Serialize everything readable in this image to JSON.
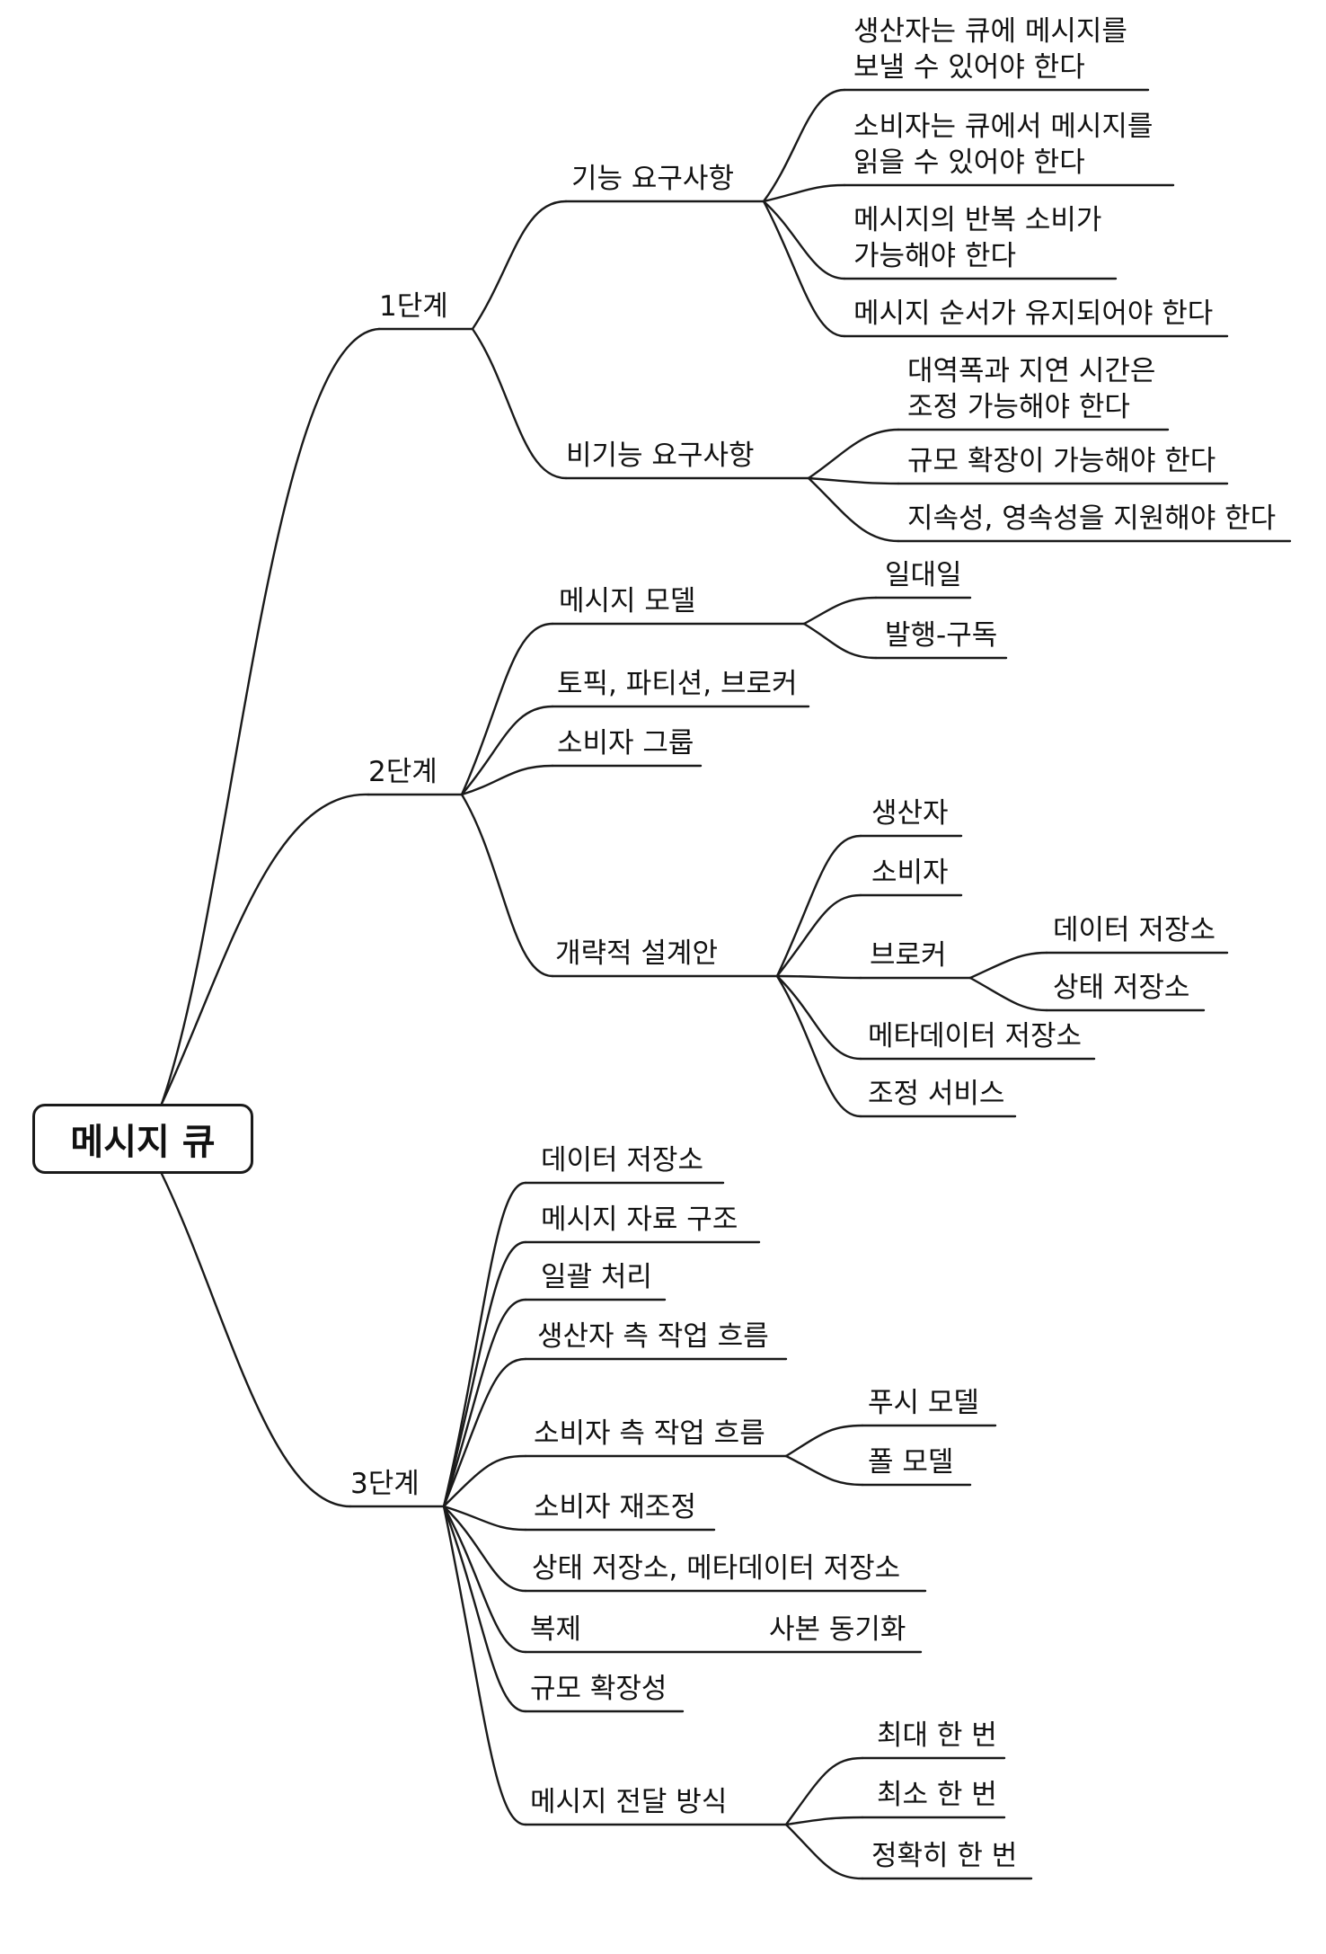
{
  "root": "메시지 큐",
  "stage1": {
    "label": "1단계",
    "functional": {
      "label": "기능 요구사항",
      "items": [
        [
          "생산자는 큐에 메시지를",
          "보낼 수 있어야 한다"
        ],
        [
          "소비자는 큐에서 메시지를",
          "읽을 수 있어야 한다"
        ],
        [
          "메시지의 반복 소비가",
          "가능해야 한다"
        ],
        "메시지 순서가 유지되어야 한다"
      ]
    },
    "nonfunctional": {
      "label": "비기능 요구사항",
      "items": [
        [
          "대역폭과 지연 시간은",
          "조정 가능해야 한다"
        ],
        "규모 확장이 가능해야 한다",
        "지속성, 영속성을 지원해야 한다"
      ]
    }
  },
  "stage2": {
    "label": "2단계",
    "message_model": {
      "label": "메시지 모델",
      "items": [
        "일대일",
        "발행-구독"
      ]
    },
    "topics": "토픽, 파티션, 브로커",
    "consumer_group": "소비자 그룹",
    "design": {
      "label": "개략적 설계안",
      "producer": "생산자",
      "consumer": "소비자",
      "broker": {
        "label": "브로커",
        "items": [
          "데이터 저장소",
          "상태 저장소"
        ]
      },
      "metadata_store": "메타데이터 저장소",
      "coordination": "조정 서비스"
    }
  },
  "stage3": {
    "label": "3단계",
    "data_store": "데이터 저장소",
    "data_structure": "메시지 자료 구조",
    "batching": "일괄 처리",
    "producer_flow": "생산자 측 작업 흐름",
    "consumer_flow": {
      "label": "소비자 측 작업 흐름",
      "items": [
        "푸시 모델",
        "폴 모델"
      ]
    },
    "rebalancing": "소비자 재조정",
    "state_meta": "상태 저장소, 메타데이터 저장소",
    "replication": {
      "label": "복제",
      "sync": "사본 동기화"
    },
    "scalability": "규모 확장성",
    "delivery": {
      "label": "메시지 전달 방식",
      "items": [
        "최대 한 번",
        "최소 한 번",
        "정확히 한 번"
      ]
    }
  }
}
